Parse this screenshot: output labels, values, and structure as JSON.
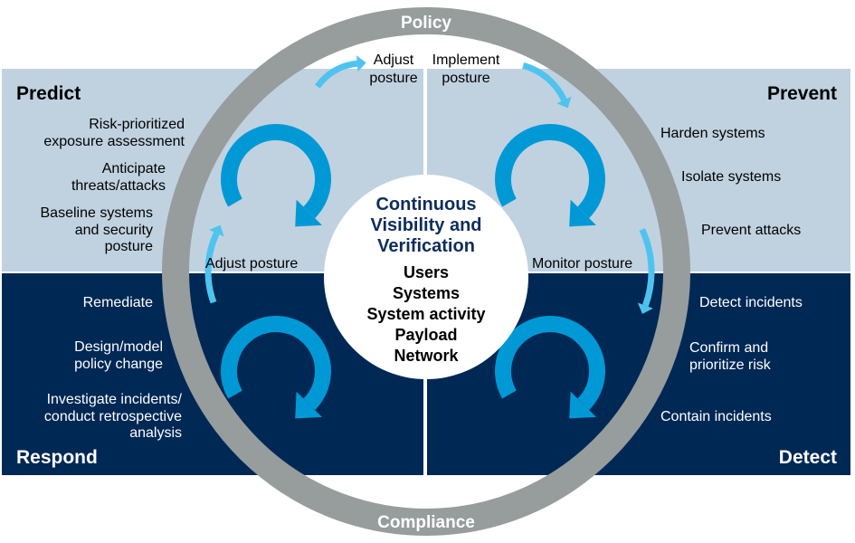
{
  "ring": {
    "top": "Policy",
    "bottom": "Compliance"
  },
  "center": {
    "title": [
      "Continuous",
      "Visibility and",
      "Verification"
    ],
    "items": [
      "Users",
      "Systems",
      "System activity",
      "Payload",
      "Network"
    ]
  },
  "quadrants": {
    "predict": {
      "title": "Predict",
      "items": [
        [
          "Risk-prioritized",
          "exposure assessment"
        ],
        [
          "Anticipate",
          "threats/attacks"
        ],
        [
          "Baseline systems",
          "and security",
          "posture"
        ]
      ]
    },
    "prevent": {
      "title": "Prevent",
      "items": [
        "Harden systems",
        "Isolate systems",
        "Prevent attacks"
      ]
    },
    "respond": {
      "title": "Respond",
      "items": [
        [
          "Remediate"
        ],
        [
          "Design/model",
          "policy change"
        ],
        [
          "Investigate incidents/",
          "conduct retrospective",
          "analysis"
        ]
      ]
    },
    "detect": {
      "title": "Detect",
      "items": [
        [
          "Detect incidents"
        ],
        [
          "Confirm and",
          "prioritize risk"
        ],
        [
          "Contain incidents"
        ]
      ]
    }
  },
  "transitions": {
    "adjust_top": [
      "Adjust",
      "posture"
    ],
    "implement": [
      "Implement",
      "posture"
    ],
    "adjust_left": "Adjust posture",
    "monitor": "Monitor posture"
  },
  "colors": {
    "light": "#c0d2e0",
    "navy": "#002855",
    "ring": "#979c9d",
    "loop": "#0099d6",
    "small_arrow": "#4fc3f0",
    "center_title": "#0d2d5c"
  }
}
